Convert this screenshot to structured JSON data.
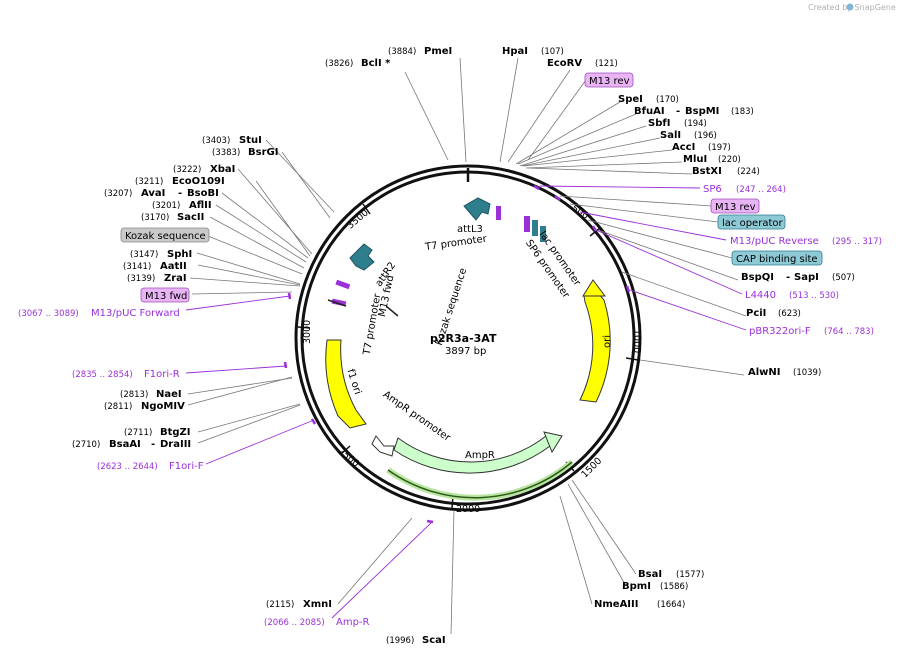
{
  "credit": "Created by SnapGene",
  "plasmid": {
    "name": "p2R3a-3AT",
    "size_label": "3897 bp"
  },
  "ticks": [
    "500",
    "1000",
    "1500",
    "2000",
    "2500",
    "3000",
    "3500"
  ],
  "enzymes": [
    {
      "name": "PmeI",
      "pos": "(3884)"
    },
    {
      "name": "BclI *",
      "pos": "(3826)"
    },
    {
      "name": "HpaI",
      "pos": "(107)"
    },
    {
      "name": "EcoRV",
      "pos": "(121)"
    },
    {
      "name": "SpeI",
      "pos": "(170)"
    },
    {
      "name": "BfuAI",
      "name2": "BspMI",
      "pos": "(183)"
    },
    {
      "name": "SbfI",
      "pos": "(194)"
    },
    {
      "name": "SalI",
      "pos": "(196)"
    },
    {
      "name": "AccI",
      "pos": "(197)"
    },
    {
      "name": "MluI",
      "pos": "(220)"
    },
    {
      "name": "BstXI",
      "pos": "(224)"
    },
    {
      "name": "BspQI",
      "name2": "SapI",
      "pos": "(507)"
    },
    {
      "name": "PciI",
      "pos": "(623)"
    },
    {
      "name": "AlwNI",
      "pos": "(1039)"
    },
    {
      "name": "BsaI",
      "pos": "(1577)"
    },
    {
      "name": "BpmI",
      "pos": "(1586)"
    },
    {
      "name": "NmeAIII",
      "pos": "(1664)"
    },
    {
      "name": "ScaI",
      "pos": "(1996)"
    },
    {
      "name": "XmnI",
      "pos": "(2115)"
    },
    {
      "name": "BtgZI",
      "pos": "(2711)"
    },
    {
      "name": "BsaAI",
      "name2": "DraIII",
      "pos": "(2710)"
    },
    {
      "name": "NaeI",
      "pos": "(2813)"
    },
    {
      "name": "NgoMIV",
      "pos": "(2811)"
    },
    {
      "name": "SphI",
      "pos": "(3147)"
    },
    {
      "name": "AatII",
      "pos": "(3141)"
    },
    {
      "name": "ZraI",
      "pos": "(3139)"
    },
    {
      "name": "StuI",
      "pos": "(3403)"
    },
    {
      "name": "BsrGI",
      "pos": "(3383)"
    },
    {
      "name": "XbaI",
      "pos": "(3222)"
    },
    {
      "name": "EcoO109I",
      "pos": "(3211)"
    },
    {
      "name": "AvaI",
      "name2": "BsoBI",
      "pos": "(3207)"
    },
    {
      "name": "AflII",
      "pos": "(3201)"
    },
    {
      "name": "SacII",
      "pos": "(3170)"
    }
  ],
  "primers": [
    {
      "name": "SP6",
      "pos": "(247 .. 264)"
    },
    {
      "name": "M13/pUC Reverse",
      "pos": "(295 .. 317)"
    },
    {
      "name": "L4440",
      "pos": "(513 .. 530)"
    },
    {
      "name": "pBR322ori-F",
      "pos": "(764 .. 783)"
    },
    {
      "name": "Amp-R",
      "pos": "(2066 .. 2085)"
    },
    {
      "name": "F1ori-F",
      "pos": "(2623 .. 2644)"
    },
    {
      "name": "F1ori-R",
      "pos": "(2835 .. 2854)"
    },
    {
      "name": "M13/pUC Forward",
      "pos": "(3067 .. 3089)"
    }
  ],
  "boxed_labels": [
    {
      "text": "M13 rev",
      "color": "#e8b4f4"
    },
    {
      "text": "M13 rev",
      "color": "#e8b4f4"
    },
    {
      "text": "lac operator",
      "color": "#8ec9d6"
    },
    {
      "text": "CAP binding site",
      "color": "#8ec9d6"
    },
    {
      "text": "Kozak sequence",
      "color": "#c9c9c9"
    },
    {
      "text": "M13 fwd",
      "color": "#e8b4f4"
    }
  ],
  "features": [
    "attL3",
    "T7 promoter",
    "lac promoter",
    "SP6 promoter",
    "ori",
    "AmpR",
    "AmpR promoter",
    "f1 ori",
    "T7 promoter",
    "M13 fwd",
    "attR2",
    "Kozak sequence"
  ],
  "colors": {
    "ori": "#ffff00",
    "f1_ori": "#ffff00",
    "ampr": "#ccffcc",
    "att": "#2e7e8e",
    "primer": "#9b30d9",
    "lac": "#2e7e8e"
  }
}
